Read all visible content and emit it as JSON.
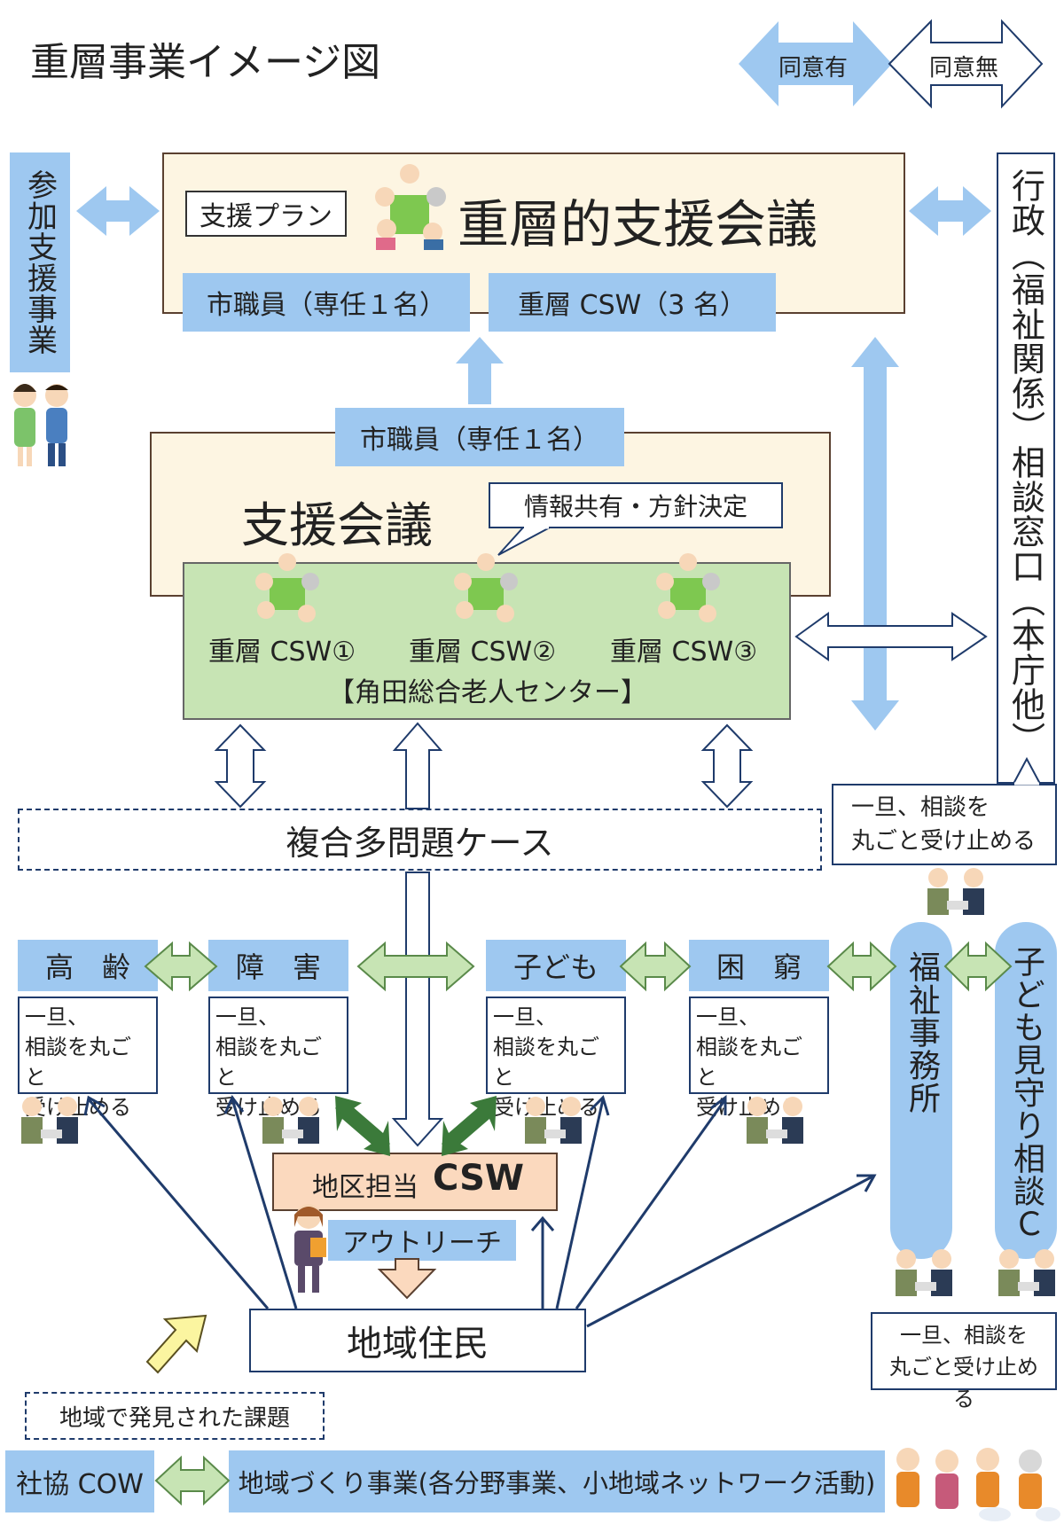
{
  "title": "重層事業イメージ図",
  "legend": {
    "consent_yes": "同意有",
    "consent_no": "同意無"
  },
  "left_bar": "参加支援事業",
  "right_bar": "行政（福祉関係）相談窓口（本庁他）",
  "top_meeting": {
    "plan_label": "支援プラン",
    "title": "重層的支援会議",
    "member_city": "市職員（専任１名）",
    "member_csw": "重層 CSW（3 名）"
  },
  "support_meeting": {
    "city_label": "市職員（専任１名）",
    "title": "支援会議",
    "callout": "情報共有・方針決定",
    "csw_units": [
      "重層 CSW①",
      "重層 CSW②",
      "重層 CSW③"
    ],
    "center": "【角田総合老人センター】"
  },
  "complex_case": "複合多問題ケース",
  "receive_once_right": "一旦、相談を\n丸ごと受け止める",
  "categories": [
    {
      "label": "高　齢",
      "note": "一旦、\n相談を丸ごと\n受け止める"
    },
    {
      "label": "障　害",
      "note": "一旦、\n相談を丸ごと\n受け止める"
    },
    {
      "label": "子ども",
      "note": "一旦、\n相談を丸ごと\n受け止める"
    },
    {
      "label": "困　窮",
      "note": "一旦、\n相談を丸ごと\n受け止める"
    }
  ],
  "welfare_office": "福祉事務所",
  "child_center": "子ども見守り相談Ｃ",
  "receive_once_bottom": "一旦、相談を\n丸ごと受け止める",
  "district_csw": {
    "label_prefix": "地区担当",
    "label_csw": "CSW",
    "outreach": "アウトリーチ"
  },
  "residents": "地域住民",
  "found_issues": "地域で発見された課題",
  "bottom_bar": {
    "org": "社協 COW",
    "project": "地域づくり事業(各分野事業、小地域ネットワーク活動)"
  },
  "colors": {
    "blue": "#9ec8f0",
    "cream": "#fdf5e2",
    "green_box": "#c7e4b4",
    "peach": "#fbd9be",
    "navy_arrow": "#1f3b6b",
    "green_arrow": "#3b7a3a"
  }
}
